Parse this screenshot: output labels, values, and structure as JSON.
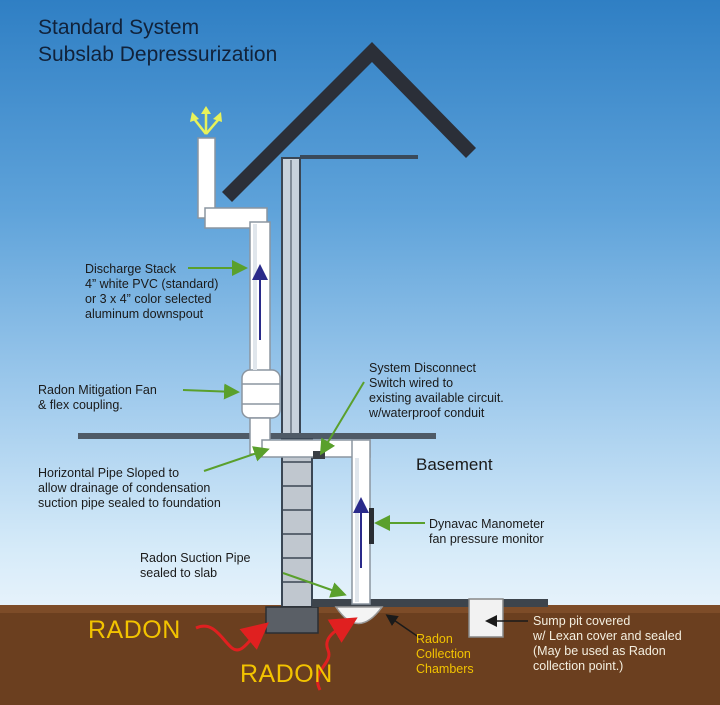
{
  "title": {
    "line1": "Standard System",
    "line2": "Subslab Depressurization"
  },
  "labels": {
    "discharge_stack": [
      "Discharge Stack",
      "4” white PVC (standard)",
      "or 3 x 4” color selected",
      "aluminum downspout"
    ],
    "fan": [
      "Radon Mitigation Fan",
      "& flex coupling."
    ],
    "disconnect": [
      "System Disconnect",
      "Switch wired to",
      "existing available circuit.",
      "w/waterproof conduit"
    ],
    "horizontal_pipe": [
      "Horizontal Pipe Sloped to",
      "allow drainage of condensation",
      "suction pipe sealed to foundation"
    ],
    "manometer": [
      "Dynavac Manometer",
      "fan pressure monitor"
    ],
    "suction_pipe": [
      "Radon Suction Pipe",
      "sealed to slab"
    ],
    "collection_chambers": [
      "Radon",
      "Collection",
      "Chambers"
    ],
    "sump_pit": [
      "Sump pit covered",
      "w/ Lexan cover and sealed",
      "(May be used as Radon",
      "collection point.)"
    ],
    "basement": "Basement",
    "radon_left": "RADON",
    "radon_bottom": "RADON"
  },
  "colors": {
    "sky_top": "#2f7fc4",
    "soil": "#6b3f1f",
    "pipe": "#ffffff",
    "leader_arrow": "#5aa02c",
    "radon_text": "#f2c300",
    "radon_arrow": "#e02020"
  }
}
